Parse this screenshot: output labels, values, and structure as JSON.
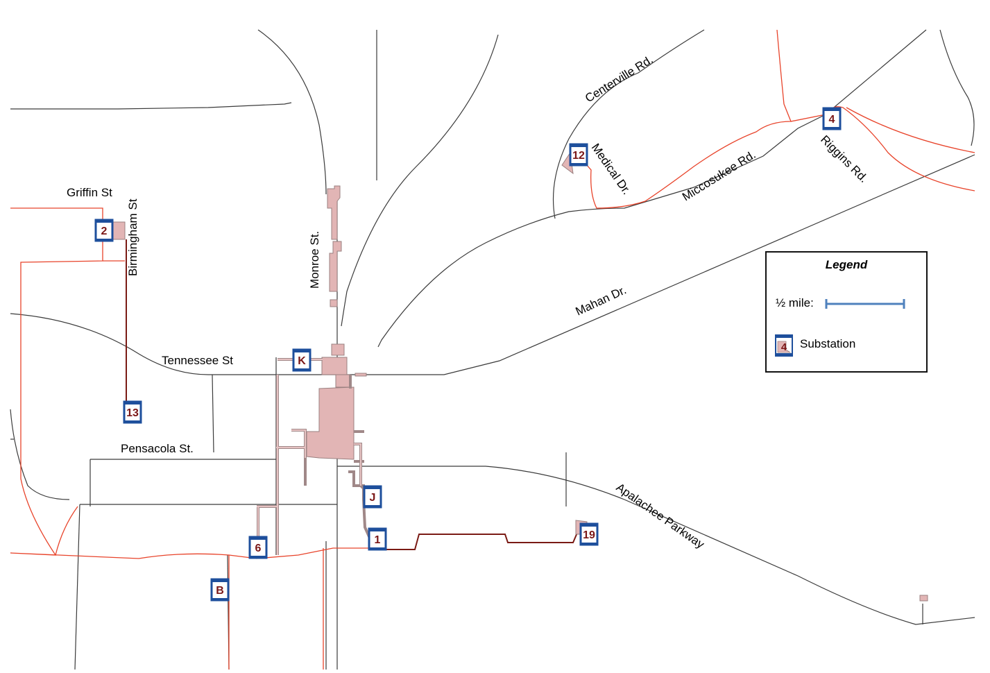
{
  "map": {
    "streets": {
      "centerville": "Centerville Rd.",
      "medical": "Medical Dr.",
      "miccosukee": "Miccosukee Rd.",
      "riggins": "Riggins Rd.",
      "griffin": "Griffin St",
      "birmingham": "Birmingham St",
      "monroe": "Monroe St.",
      "mahan": "Mahan Dr.",
      "tennessee": "Tennessee St",
      "pensacola": "Pensacola St.",
      "apalachee": "Apalachee Parkway"
    },
    "substations": {
      "s2": "2",
      "s4": "4",
      "s12": "12",
      "s13": "13",
      "sK": "K",
      "sJ": "J",
      "s1": "1",
      "s6": "6",
      "sB": "B",
      "s19": "19"
    },
    "colors": {
      "transmission": "#e8432a",
      "transmission_dark": "#7a1a14",
      "road": "#3a3a3a",
      "building": "#e2b5b5",
      "substation_border": "#1e4f9c",
      "scale_bar": "#4f81bd"
    }
  },
  "legend": {
    "title": "Legend",
    "scale_label": "½ mile:",
    "substation_label": "Substation",
    "substation_icon_text": "4"
  }
}
